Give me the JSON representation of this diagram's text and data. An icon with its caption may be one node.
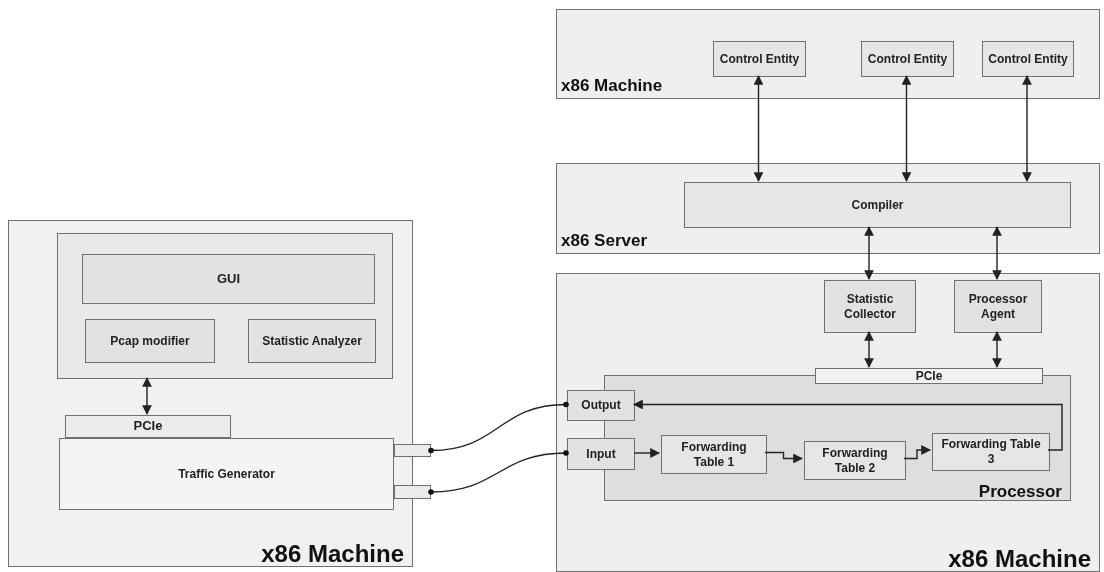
{
  "diagram": {
    "nodes": [
      {
        "text": [
          "x86 Machine"
        ]
      },
      {
        "text": [],
        "shape": "box",
        "in": 0
      },
      {
        "text": [
          "GUI"
        ],
        "in": 1
      },
      {
        "text": [
          "Pcap modifier"
        ],
        "in": 1
      },
      {
        "text": [
          "Statistic Analyzer"
        ],
        "in": 1
      },
      {
        "text": [
          "Traffic Generator"
        ],
        "in": 0
      },
      {
        "text": [
          "PCIe"
        ],
        "in": 0
      },
      {
        "text": [],
        "shape": "box"
      },
      {
        "text": [],
        "shape": "box"
      },
      {
        "text": [
          "x86 Machine"
        ]
      },
      {
        "text": [
          "Control Entity"
        ],
        "in": 9
      },
      {
        "text": [
          "Control Entity"
        ],
        "in": 9
      },
      {
        "text": [
          "Control Entity"
        ],
        "in": 9
      },
      {
        "text": [
          "x86 Server"
        ]
      },
      {
        "text": [
          "Compiler"
        ],
        "in": 13
      },
      {
        "text": [
          "x86 Machine"
        ]
      },
      {
        "text": [
          "Statistic Collector"
        ],
        "in": 15
      },
      {
        "text": [
          "Processor Agent"
        ],
        "in": 15
      },
      {
        "text": [
          "Processor"
        ],
        "in": 15
      },
      {
        "text": [
          "PCIe"
        ],
        "in": 15
      },
      {
        "text": [
          "Output"
        ],
        "in": 15
      },
      {
        "text": [
          "Input"
        ],
        "in": 15
      },
      {
        "text": [
          "Forwarding Table 1"
        ],
        "in": 18
      },
      {
        "text": [
          "Forwarding Table 2"
        ],
        "in": 18
      },
      {
        "text": [
          "Forwarding Table 3"
        ],
        "in": 18
      }
    ],
    "edges": [
      {
        "from": 10,
        "to": 14,
        "arrow": "both"
      },
      {
        "from": 11,
        "to": 14,
        "arrow": "both"
      },
      {
        "from": 12,
        "to": 14,
        "arrow": "both"
      },
      {
        "from": 14,
        "to": 16,
        "arrow": "both"
      },
      {
        "from": 14,
        "to": 17,
        "arrow": "both"
      },
      {
        "from": 16,
        "to": 19,
        "arrow": "both"
      },
      {
        "from": 17,
        "to": 19,
        "arrow": "both"
      },
      {
        "from": 1,
        "to": 6,
        "arrow": "both"
      },
      {
        "from": 21,
        "to": 22,
        "arrow": "to"
      },
      {
        "from": 22,
        "to": 23,
        "arrow": "to"
      },
      {
        "from": 23,
        "to": 24,
        "arrow": "to"
      },
      {
        "from": 24,
        "to": 20,
        "arrow": "to"
      },
      {
        "from": 7,
        "to": 20,
        "arrow": "other"
      },
      {
        "from": 8,
        "to": 21,
        "arrow": "other"
      }
    ]
  }
}
